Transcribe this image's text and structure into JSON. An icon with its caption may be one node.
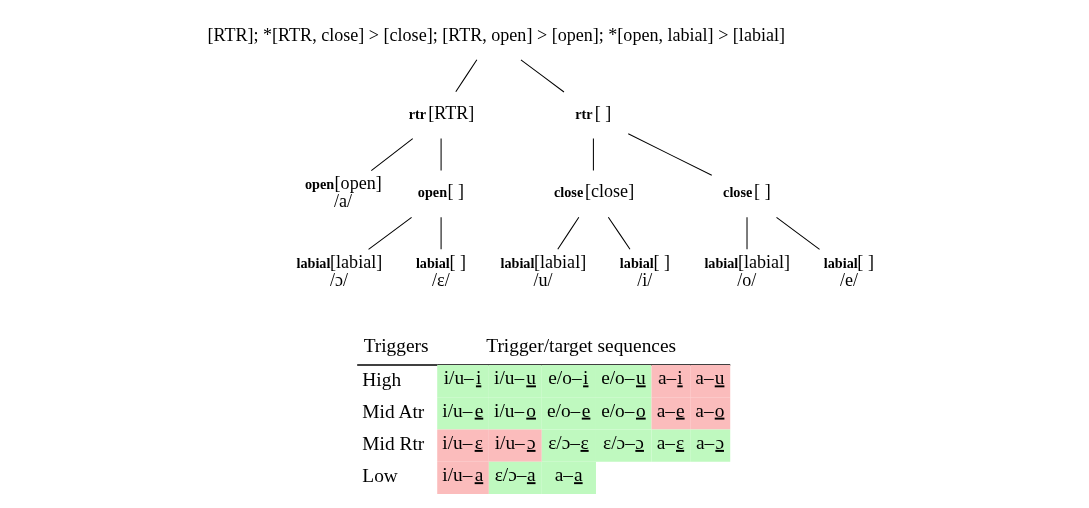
{
  "diagram": {
    "nodes": [
      {
        "text": [
          "[RTR]; *[RTR, close] > [close]; [RTR, open] > [open]; *[open, labial] > [labial]"
        ]
      },
      {
        "text": [
          "**rtr**[RTR]"
        ]
      },
      {
        "text": [
          "**rtr**[ ]"
        ]
      },
      {
        "text": [
          "**open**[open]",
          "/a/"
        ]
      },
      {
        "text": [
          "**open**[ ]"
        ]
      },
      {
        "text": [
          "**close**[close]"
        ]
      },
      {
        "text": [
          "**close**[ ]"
        ]
      },
      {
        "text": [
          "**labial**[labial]",
          "/ɔ/"
        ]
      },
      {
        "text": [
          "**labial**[ ]",
          "/ɛ/"
        ]
      },
      {
        "text": [
          "**labial**[labial]",
          "/u/"
        ]
      },
      {
        "text": [
          "**labial**[ ]",
          "/i/"
        ]
      },
      {
        "text": [
          "**labial**[labial]",
          "/o/"
        ]
      },
      {
        "text": [
          "**labial**[ ]",
          "/e/"
        ]
      }
    ],
    "edges": [
      {
        "from": 0,
        "to": 1,
        "arrow": "none"
      },
      {
        "from": 0,
        "to": 2,
        "arrow": "none"
      },
      {
        "from": 1,
        "to": 3,
        "arrow": "none"
      },
      {
        "from": 1,
        "to": 4,
        "arrow": "none"
      },
      {
        "from": 2,
        "to": 5,
        "arrow": "none"
      },
      {
        "from": 2,
        "to": 6,
        "arrow": "none"
      },
      {
        "from": 4,
        "to": 7,
        "arrow": "none"
      },
      {
        "from": 4,
        "to": 8,
        "arrow": "none"
      },
      {
        "from": 5,
        "to": 9,
        "arrow": "none"
      },
      {
        "from": 5,
        "to": 10,
        "arrow": "none"
      },
      {
        "from": 6,
        "to": 11,
        "arrow": "none"
      },
      {
        "from": 6,
        "to": 12,
        "arrow": "none"
      }
    ],
    "labels": [
      "Triggers",
      "Trigger/target sequences",
      "High",
      "i/u–i",
      "i/u–u",
      "e/o–i",
      "e/o–u",
      "a–i",
      "a–u",
      "Mid Atr",
      "i/u–e",
      "i/u–o",
      "e/o–e",
      "e/o–o",
      "a–e",
      "a–o",
      "Mid Rtr",
      "i/u–ɛ",
      "i/u–ɔ",
      "ɛ/ɔ–ɛ",
      "ɛ/ɔ–ɔ",
      "a–ɛ",
      "a–ɔ",
      "Low",
      "i/u–a",
      "ɛ/ɔ–a",
      "a–a"
    ]
  }
}
